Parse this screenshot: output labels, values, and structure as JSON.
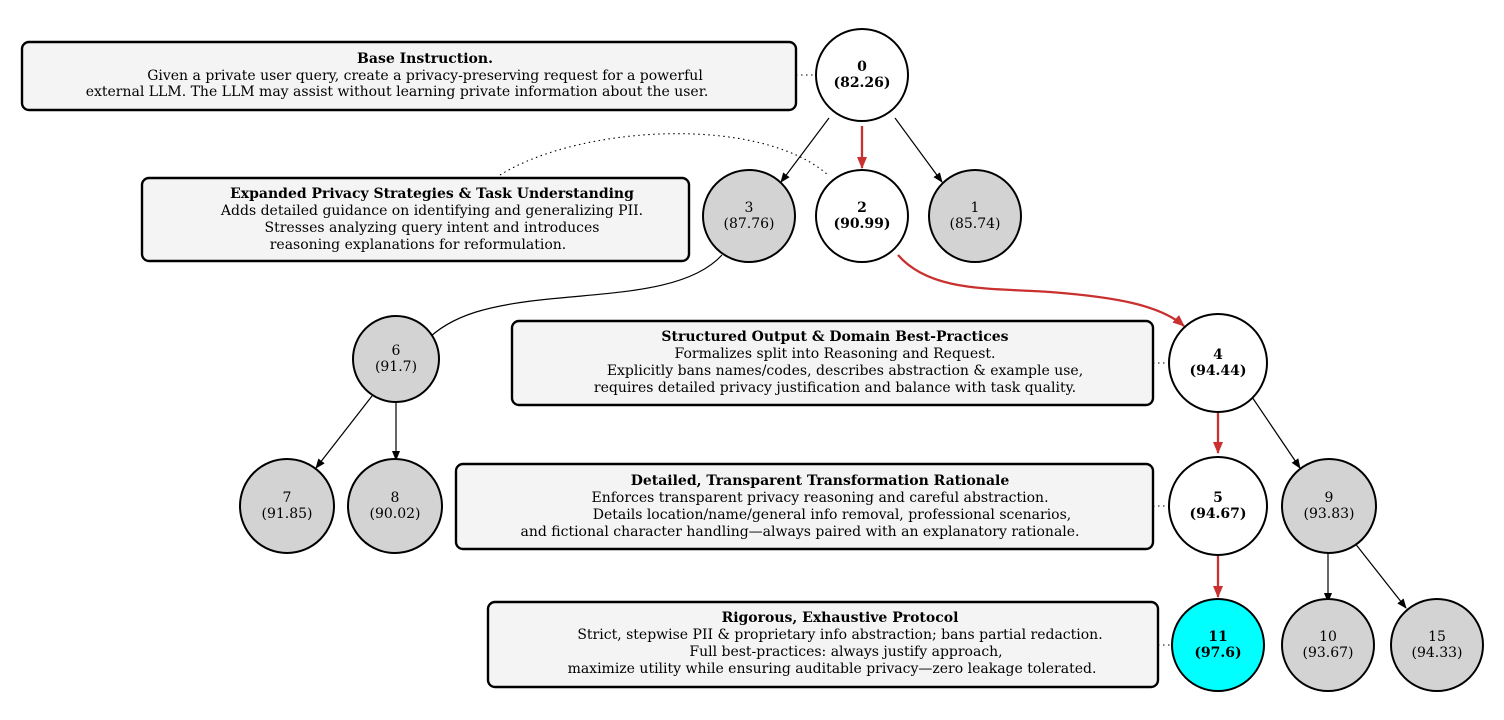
{
  "colors": {
    "highlight_fill": "#00ffff",
    "explored_fill": "#d3d3d3",
    "path_fill": "#ffffff",
    "path_edge": "#c8312f"
  },
  "nodes": {
    "n0": {
      "id": "0",
      "score": "(82.26)"
    },
    "n1": {
      "id": "1",
      "score": "(85.74)"
    },
    "n2": {
      "id": "2",
      "score": "(90.99)"
    },
    "n3": {
      "id": "3",
      "score": "(87.76)"
    },
    "n4": {
      "id": "4",
      "score": "(94.44)"
    },
    "n5": {
      "id": "5",
      "score": "(94.67)"
    },
    "n6": {
      "id": "6",
      "score": "(91.7)"
    },
    "n7": {
      "id": "7",
      "score": "(91.85)"
    },
    "n8": {
      "id": "8",
      "score": "(90.02)"
    },
    "n9": {
      "id": "9",
      "score": "(93.83)"
    },
    "n10": {
      "id": "10",
      "score": "(93.67)"
    },
    "n11": {
      "id": "11",
      "score": "(97.6)"
    },
    "n15": {
      "id": "15",
      "score": "(94.33)"
    }
  },
  "annotations": {
    "base": {
      "title": "Base Instruction.",
      "lines": [
        "Given a private user query, create a privacy-preserving request for a powerful",
        "external LLM. The LLM may assist without learning private information about the user."
      ]
    },
    "expanded": {
      "title": "Expanded Privacy Strategies & Task Understanding",
      "lines": [
        "Adds detailed guidance on identifying and generalizing PII.",
        "Stresses analyzing query intent and introduces",
        "reasoning explanations for reformulation."
      ]
    },
    "structured": {
      "title": "Structured Output & Domain Best-Practices",
      "lines": [
        "Formalizes split into Reasoning and Request.",
        "Explicitly bans names/codes, describes abstraction & example use,",
        "requires detailed privacy justification and balance with task quality."
      ]
    },
    "detailed": {
      "title": "Detailed, Transparent Transformation Rationale",
      "lines": [
        "Enforces transparent privacy reasoning and careful abstraction.",
        "Details location/name/general info removal, professional scenarios,",
        "and fictional character handling—always paired with an explanatory rationale."
      ]
    },
    "rigorous": {
      "title": "Rigorous, Exhaustive Protocol",
      "lines": [
        "Strict, stepwise PII & proprietary info abstraction; bans partial redaction.",
        "Full best-practices: always justify approach,",
        "maximize utility while ensuring auditable privacy—zero leakage tolerated."
      ]
    }
  }
}
